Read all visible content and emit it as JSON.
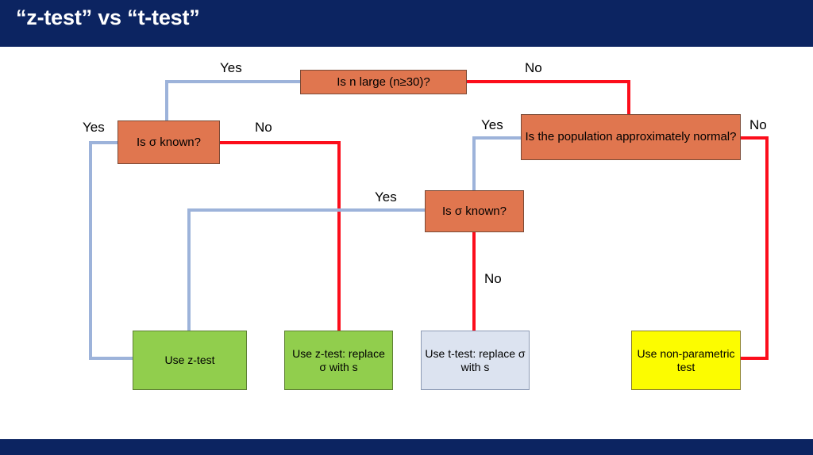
{
  "slide": {
    "title": "“z-test” vs “t-test”",
    "header_color": "#0c2461",
    "background_color": "#ffffff"
  },
  "palette": {
    "decision_fill": "#e0764f",
    "decision_border": "#7a4a36",
    "green_fill": "#91ce4d",
    "green_border": "#5d7f33",
    "lightblue_fill": "#dce3f0",
    "lightblue_border": "#8d9bb5",
    "yellow_fill": "#fcfc00",
    "yellow_border": "#8a7f2a",
    "yes_line": "#9db3da",
    "no_line": "#fc0d1b"
  },
  "flowchart": {
    "decisions": [
      {
        "id": "n-large",
        "label": "Is n large (n≥30)?"
      },
      {
        "id": "sigma-left",
        "label": "Is σ known?"
      },
      {
        "id": "population",
        "label": "Is the population approximately normal?"
      },
      {
        "id": "sigma-middle",
        "label": "Is σ known?"
      }
    ],
    "outcomes": [
      {
        "id": "z-test",
        "label": "Use z-test"
      },
      {
        "id": "z-test-replace",
        "label": "Use z-test: replace σ with s"
      },
      {
        "id": "t-test-replace",
        "label": "Use t-test: replace σ with s"
      },
      {
        "id": "non-parametric",
        "label": "Use non-parametric test"
      }
    ],
    "edge_labels": [
      {
        "id": "n-large-yes",
        "text": "Yes"
      },
      {
        "id": "n-large-no",
        "text": "No"
      },
      {
        "id": "sigma-left-yes",
        "text": "Yes"
      },
      {
        "id": "sigma-left-no",
        "text": "No"
      },
      {
        "id": "population-yes",
        "text": "Yes"
      },
      {
        "id": "population-no",
        "text": "No"
      },
      {
        "id": "sigma-middle-yes",
        "text": "Yes"
      },
      {
        "id": "sigma-middle-no",
        "text": "No"
      }
    ]
  }
}
